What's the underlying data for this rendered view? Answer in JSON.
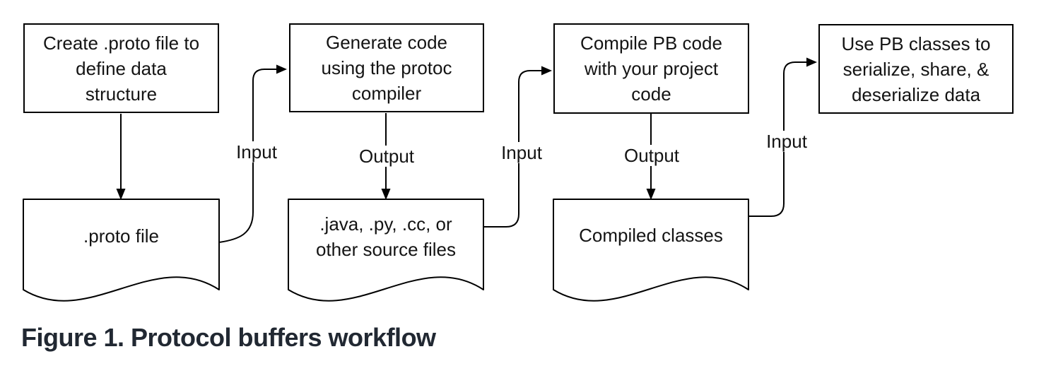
{
  "figure": {
    "caption": "Figure 1. Protocol buffers workflow",
    "caption_color": "#212832"
  },
  "diagram": {
    "stroke_color": "#000000",
    "text_color": "#141414",
    "background_color": "#ffffff",
    "process_boxes": [
      {
        "id": "create-proto",
        "lines": [
          "Create .proto file to",
          "define data",
          "structure"
        ]
      },
      {
        "id": "generate-code",
        "lines": [
          "Generate code",
          "using the protoc",
          "compiler"
        ]
      },
      {
        "id": "compile-pb",
        "lines": [
          "Compile PB code",
          "with your project",
          "code"
        ]
      },
      {
        "id": "use-pb",
        "lines": [
          "Use PB classes to",
          "serialize, share, &",
          "deserialize data"
        ]
      }
    ],
    "documents": [
      {
        "id": "proto-file",
        "lines": [
          ".proto file"
        ]
      },
      {
        "id": "source-files",
        "lines": [
          ".java, .py, .cc, or",
          "other source files"
        ]
      },
      {
        "id": "compiled-classes",
        "lines": [
          "Compiled classes"
        ]
      }
    ],
    "connectors": [
      {
        "from": "create-proto",
        "to": "proto-file",
        "label": ""
      },
      {
        "from": "proto-file",
        "to": "generate-code",
        "label": "Input"
      },
      {
        "from": "generate-code",
        "to": "source-files",
        "label": "Output"
      },
      {
        "from": "source-files",
        "to": "compile-pb",
        "label": "Input"
      },
      {
        "from": "compile-pb",
        "to": "compiled-classes",
        "label": "Output"
      },
      {
        "from": "compiled-classes",
        "to": "use-pb",
        "label": "Input"
      }
    ]
  }
}
